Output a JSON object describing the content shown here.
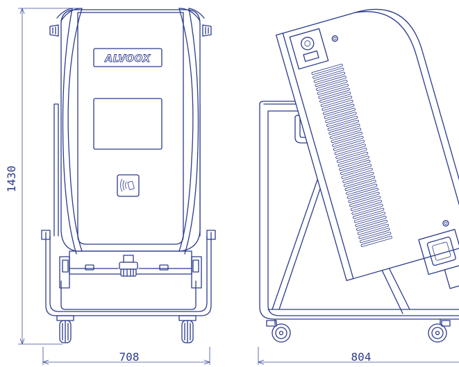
{
  "dimensions": {
    "height_label": "1430",
    "front_width_label": "708",
    "side_depth_label": "804"
  },
  "logo": {
    "text": "ALVOOX"
  },
  "colors": {
    "line": "#2b3a8c",
    "background": "#ffffff"
  },
  "icons": {
    "card_reader": "contactless-card-icon"
  }
}
